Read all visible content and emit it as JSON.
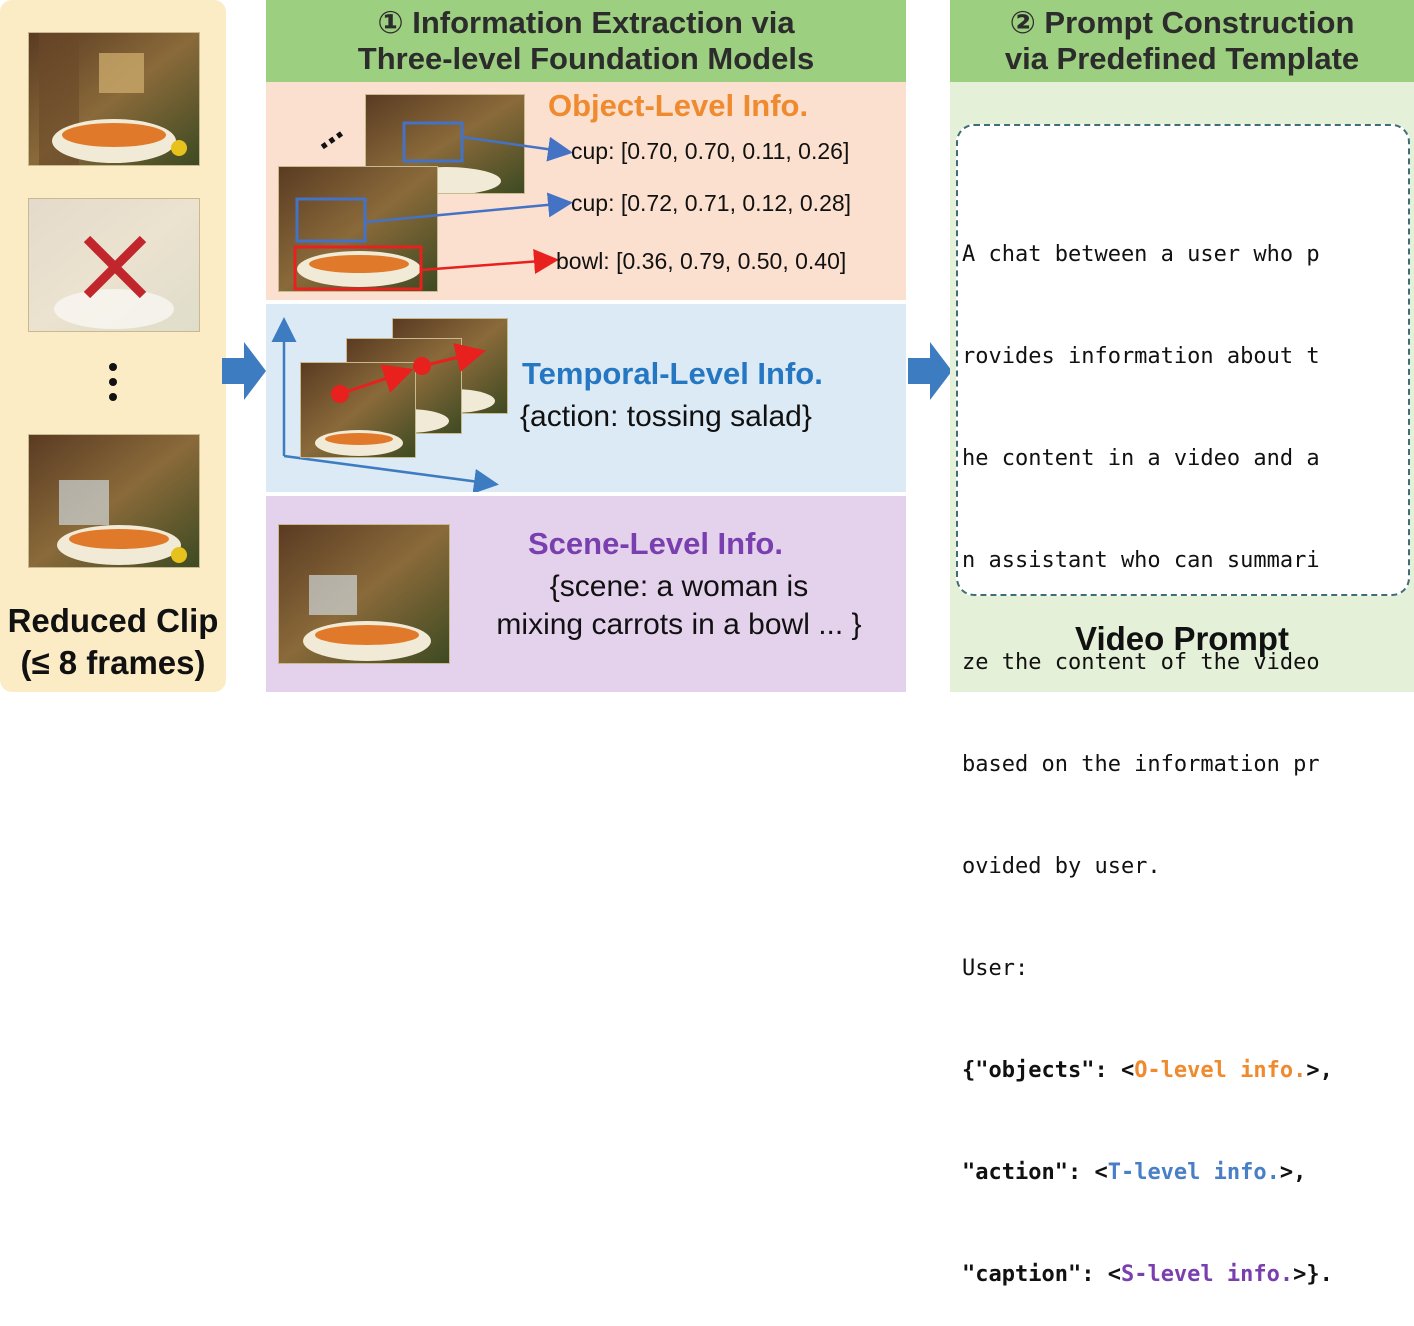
{
  "left_panel": {
    "title_line1": "Reduced Clip",
    "title_line2": "(≤ 8 frames)"
  },
  "section1": {
    "header_line1": "① Information Extraction via",
    "header_line2": "Three-level Foundation Models",
    "object_level": {
      "title": "Object-Level Info.",
      "detections": [
        {
          "label": "cup: [0.70, 0.70, 0.11, 0.26]",
          "color": "#4472c4"
        },
        {
          "label": "cup: [0.72, 0.71, 0.12, 0.28]",
          "color": "#4472c4"
        },
        {
          "label": "bowl: [0.36, 0.79, 0.50, 0.40]",
          "color": "#e8201e"
        }
      ]
    },
    "temporal_level": {
      "title": "Temporal-Level Info.",
      "text": "{action: tossing salad}"
    },
    "scene_level": {
      "title": "Scene-Level Info.",
      "text_line1": "{scene: a woman is",
      "text_line2": "mixing carrots in a bowl ... }"
    }
  },
  "section2": {
    "header_line1": "② Prompt Construction",
    "header_line2": "via Predefined Template",
    "prompt_lines": [
      "A chat between a user who p",
      "rovides information about t",
      "he content in a video and a",
      "n assistant who can summari",
      "ze the content of the video",
      "based on the information pr",
      "ovided by user.",
      "User:"
    ],
    "json_lines": [
      {
        "key": "{\"objects\": <",
        "value": "O-level info.",
        "end": ">,",
        "color": "#ef8a2e"
      },
      {
        "key": "\"action\": <",
        "value": "T-level info.",
        "end": ">,",
        "color": "#4a7fc7"
      },
      {
        "key": "\"caption\": <",
        "value": "S-level info.",
        "end": ">}.",
        "color": "#7a3fae"
      }
    ],
    "footer": "Video Prompt"
  },
  "colors": {
    "left_bg": "#fbecc6",
    "header_green": "#9dcf80",
    "object_bg": "#fbe0cf",
    "temporal_bg": "#dceaf6",
    "scene_bg": "#e4d1ec",
    "prompt_bg": "#e4f0d8",
    "arrow_blue": "#3d7cc0",
    "cross_red": "#c0262c"
  }
}
